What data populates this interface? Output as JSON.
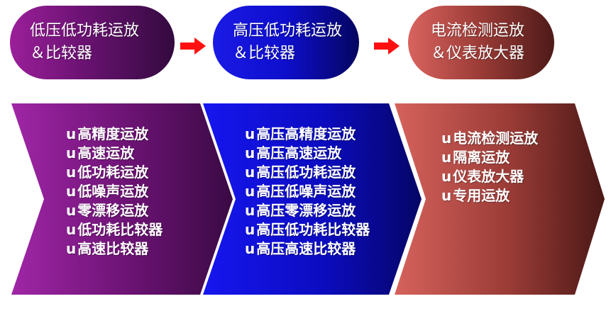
{
  "stages": [
    {
      "title_line1": "低压低功耗运放",
      "title_line2": "＆比较器",
      "items": [
        "高精度运放",
        "高速运放",
        "低功耗运放",
        "低噪声运放",
        "零漂移运放",
        "低功耗比较器",
        "高速比较器"
      ]
    },
    {
      "title_line1": "高压低功耗运放",
      "title_line2": "＆比较器",
      "items": [
        "高压高精度运放",
        "高压高速运放",
        "高压低功耗运放",
        "高压低噪声运放",
        "高压零漂移运放",
        "高压低功耗比较器",
        "高压高速比较器"
      ]
    },
    {
      "title_line1": "电流检测运放",
      "title_line2": "＆仪表放大器",
      "items": [
        "电流检测运放",
        "隔离运放",
        "仪表放大器",
        "专用运放"
      ]
    }
  ],
  "bullet": "u",
  "colors": {
    "arrow": "#ff1010",
    "stage1": "#6a1272",
    "stage2": "#0e0ecc",
    "stage3": "#9a3b36"
  }
}
